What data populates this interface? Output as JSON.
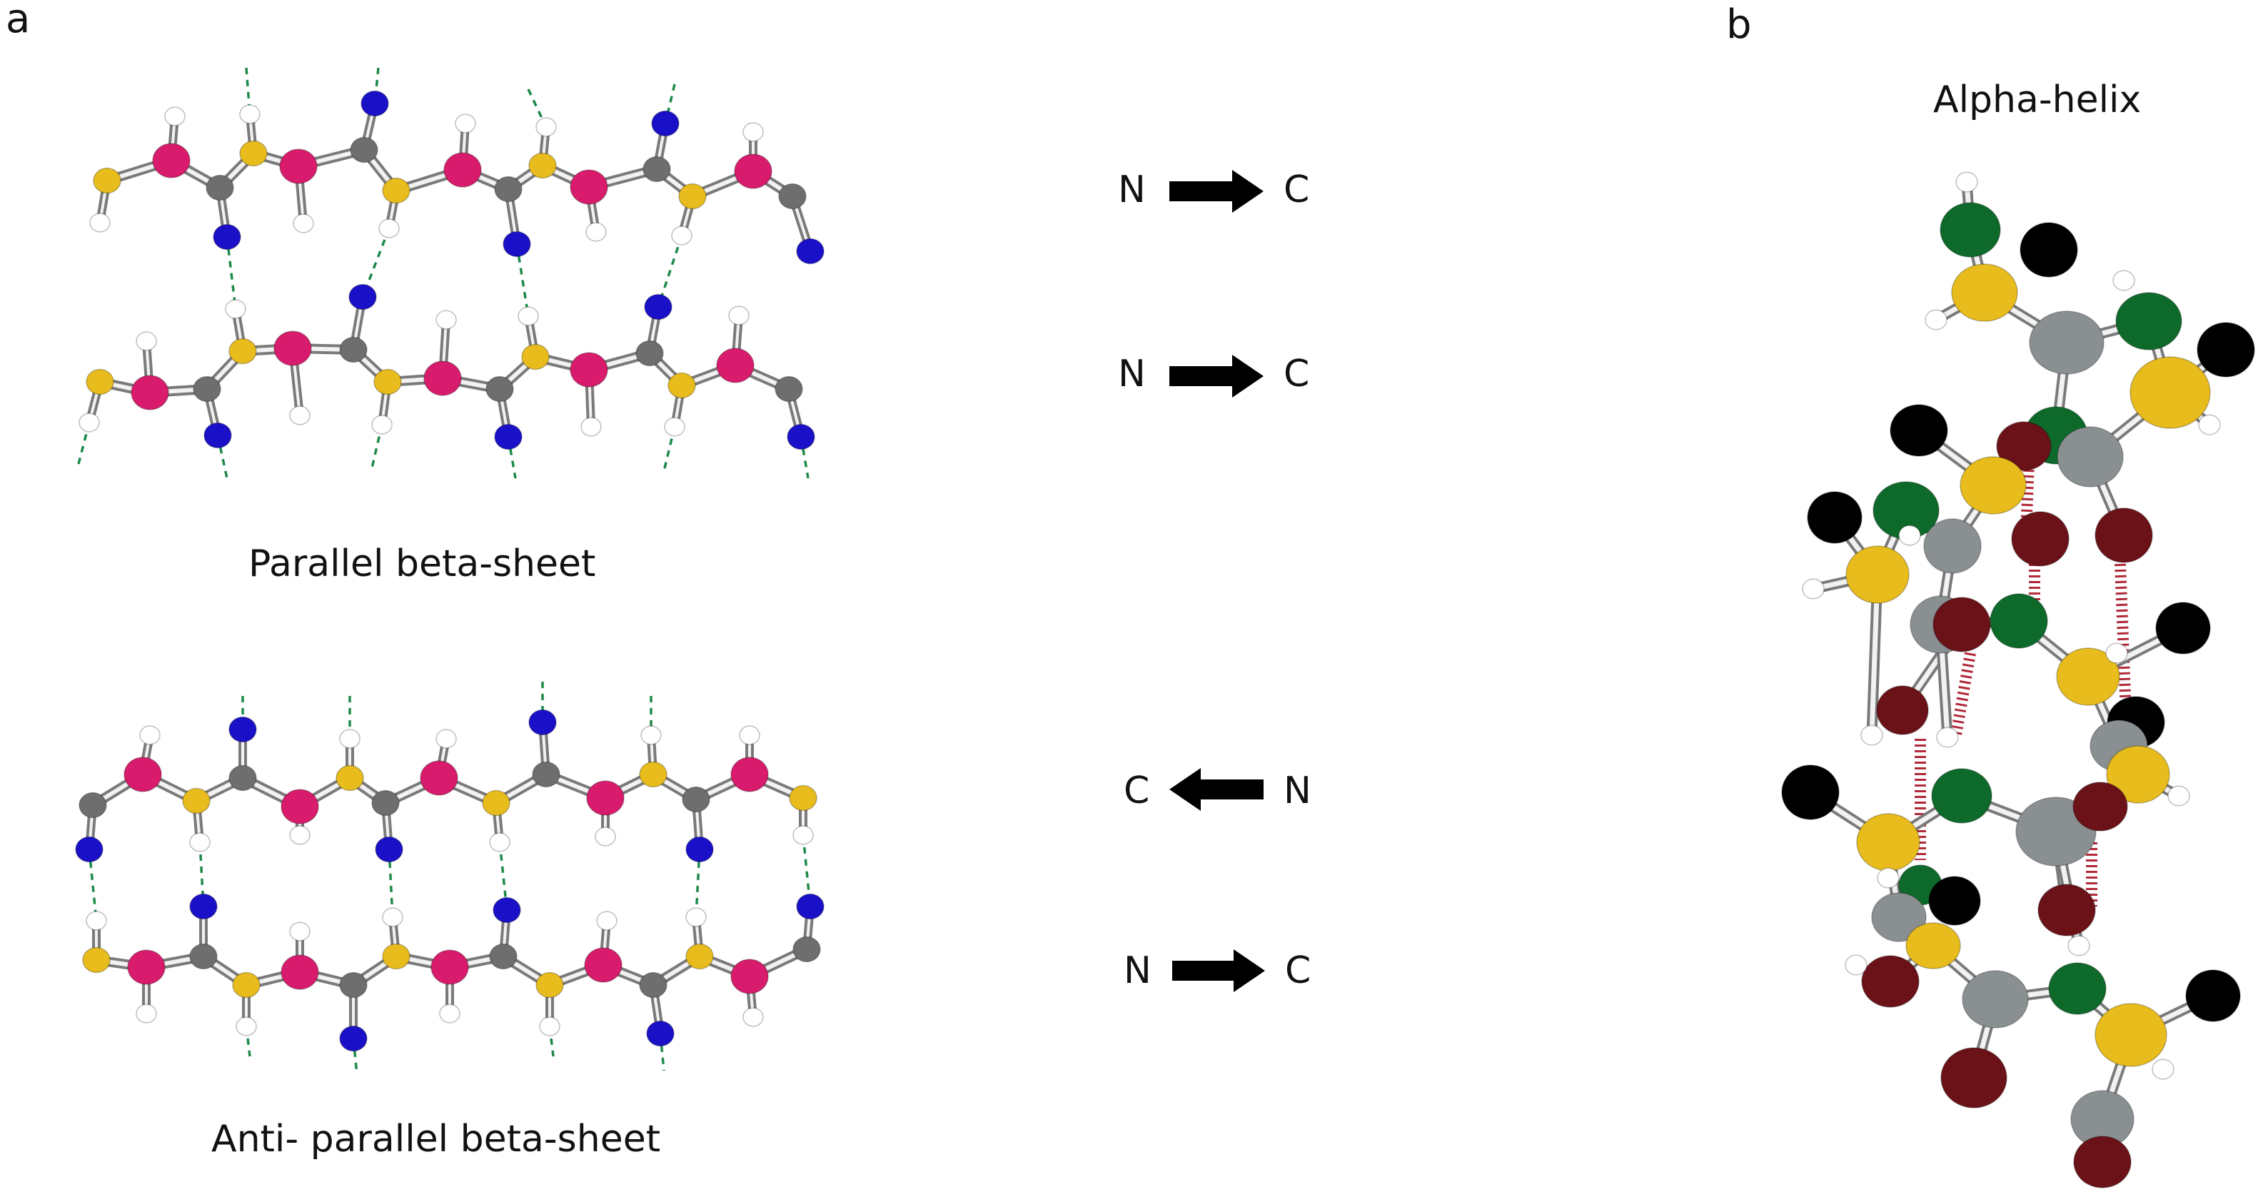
{
  "panel_a": {
    "letter": "a",
    "parallel_caption": "Parallel beta-sheet",
    "antiparallel_caption": "Anti- parallel beta-sheet",
    "directions": [
      {
        "left": "N",
        "right": "C",
        "arrow": "right"
      },
      {
        "left": "N",
        "right": "C",
        "arrow": "right"
      },
      {
        "left": "C",
        "right": "N",
        "arrow": "left"
      },
      {
        "left": "N",
        "right": "C",
        "arrow": "right"
      }
    ]
  },
  "panel_b": {
    "letter": "b",
    "title": "Alpha-helix"
  },
  "colors": {
    "carbon": "#6e6e6e",
    "nitrogen_alpha": "#e8bc1c",
    "oxygen_sheet": "#d81b6c",
    "hydrogen": "#ffffff",
    "h_bond_partner": "#1a10c8",
    "h_bond_line": "#1e8a4a",
    "helix_green": "#0e6a2a",
    "helix_black": "#000000",
    "helix_grey": "#8a8f92",
    "helix_maroon": "#6a1218",
    "helix_hbond": "#b02a3a",
    "arrow": "#000000"
  }
}
